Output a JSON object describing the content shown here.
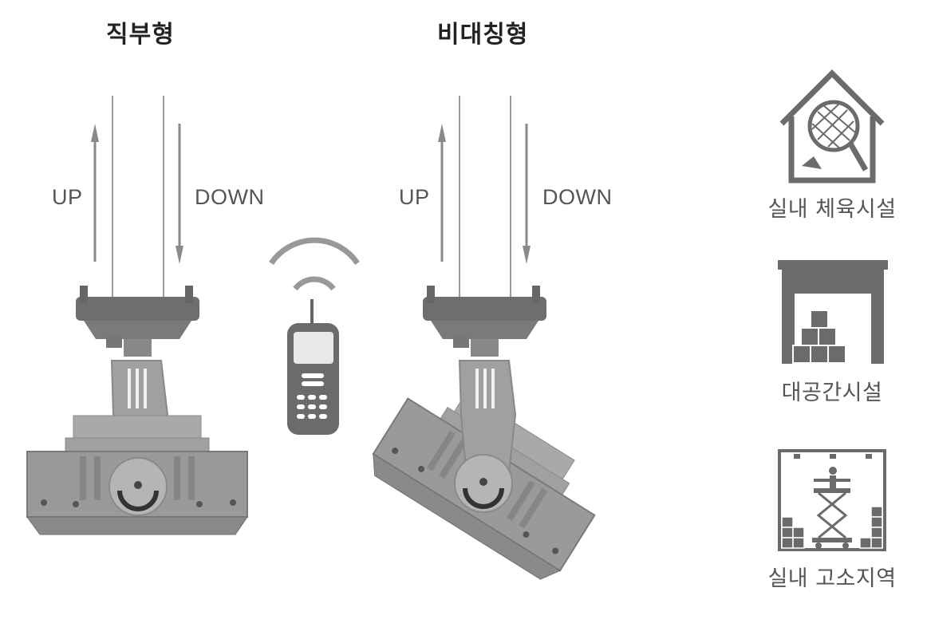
{
  "titles": {
    "direct": "직부형",
    "asymmetric": "비대칭형"
  },
  "arrows": {
    "up": "UP",
    "down": "DOWN"
  },
  "facilities": [
    {
      "label": "실내 체육시설",
      "icon": "badminton-house-icon"
    },
    {
      "label": "대공간시설",
      "icon": "warehouse-boxes-icon"
    },
    {
      "label": "실내 고소지역",
      "icon": "scissor-lift-icon"
    }
  ],
  "colors": {
    "body": "#8c8c8c",
    "dark": "#555555",
    "line": "#9a9a9a",
    "icon": "#6b6b6b"
  }
}
